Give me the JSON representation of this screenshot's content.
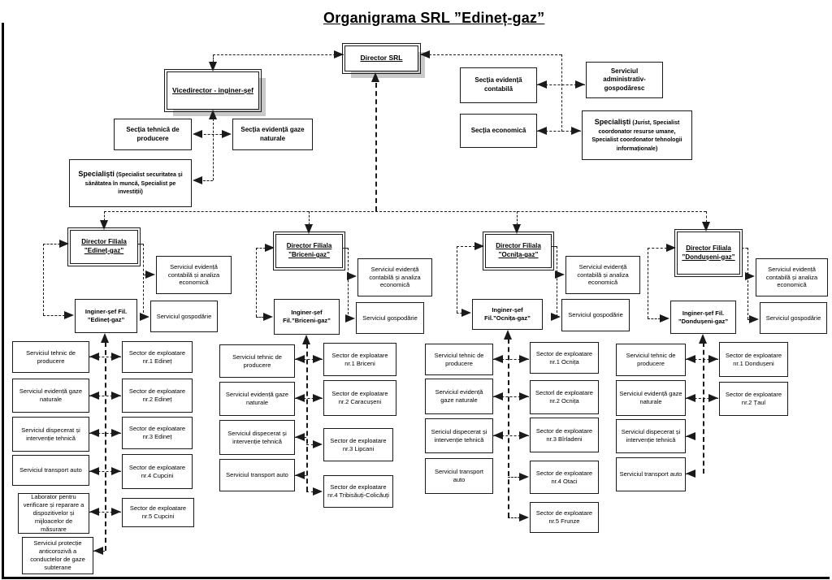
{
  "page": {
    "title": "Organigrama SRL ”Edineț-gaz”"
  },
  "colors": {
    "line": "#1a1a1a",
    "shadow": "#c9c9c9",
    "background": "#ffffff"
  },
  "top": {
    "director_srl": "Director SRL",
    "vicedirector": "Vicedirector - inginer-șef",
    "sectia_tehnica": "Secția tehnică de producere",
    "sectia_gaze": "Secția evidență gaze naturale",
    "specialisti_left": {
      "title": "Specialiști",
      "detail": "(Specialist securitatea și sănătatea în muncă, Specialist pe investiții)"
    },
    "sectia_contabila": "Secția evidență contabilă",
    "serviciul_admin": "Serviciul administrativ-gospodăresc",
    "sectia_economica": "Secția economică",
    "specialisti_right": {
      "title": "Specialiști",
      "detail": "(Jurist, Specialist coordonator resurse umane, Specialist coordonator tehnologii informaționale)"
    }
  },
  "branches": [
    {
      "name": "Edineț-gaz",
      "director": "Director Filiala ”Edineț-gaz”",
      "serv_evidenta": "Serviciul evidență contabilă și analiza economică",
      "inginer": "Inginer-șef Fil. ”Edineț-gaz”",
      "serv_gospodarie": "Serviciul gospodărie",
      "servicii": [
        "Serviciul tehnic de producere",
        "Serviciul evidență gaze naturale",
        "Serviciul dispecerat și intervenție tehnică",
        "Serviciul transport auto",
        "Laborator pentru verificare și reparare a dispozitivelor și mijloacelor de măsurare",
        "Serviciul protecție anticorozivă a conductelor de gaze subterane"
      ],
      "sectoare": [
        "Sector de exploatare nr.1 Edineț",
        "Sector de exploatare nr.2 Edineț",
        "Sector de exploatare nr.3 Edineț",
        "Sector de exploatare nr.4 Cupcini",
        "Sector de exploatare nr.5 Cupcini"
      ]
    },
    {
      "name": "Briceni-gaz",
      "director": "Director Filiala ”Briceni-gaz”",
      "serv_evidenta": "Serviciul evidență contabilă și analiza economică",
      "inginer": "Inginer-șef Fil.”Briceni-gaz”",
      "serv_gospodarie": "Serviciul gospodărie",
      "servicii": [
        "Serviciul tehnic de producere",
        "Serviciul evidență gaze naturale",
        "Serviciul dispecerat și intervenție tehnică",
        "Serviciul transport auto"
      ],
      "sectoare": [
        "Sector de exploatare nr.1 Briceni",
        "Sector de exploatare nr.2 Caracușeni",
        "Sector de exploatare nr.3 Lipcani",
        "Sector de exploatare nr.4 Tribisăuți-Colicăuți"
      ]
    },
    {
      "name": "Ocnița-gaz",
      "director": "Director Filiala ”Ocnița-gaz”",
      "serv_evidenta": "Serviciul evidență contabilă și analiza economică",
      "inginer": "Inginer-șef Fil.”Ocnița-gaz”",
      "serv_gospodarie": "Serviciul gospodărie",
      "servicii": [
        "Serviciul tehnic de producere",
        "Serviciul evidență gaze naturale",
        "Sericiul dispecerat și intervenție tehnică",
        "Serviciul transport auto"
      ],
      "sectoare": [
        "Sector de exploatare nr.1 Ocnița",
        "Sectorl de exploatare nr.2 Ocnița",
        "Sector de exploatare nr.3 Bîrladeni",
        "Sector de exploatare nr.4 Otaci",
        "Sector de exploatare nr.5 Frunze"
      ]
    },
    {
      "name": "Dondușeni-gaz",
      "director": "Director Filiala ”Dondușeni-gaz”",
      "serv_evidenta": "Serviciul evidență contabilă și analiza economică",
      "inginer": "Inginer-șef Fil. ”Dondușeni-gaz”",
      "serv_gospodarie": "Serviciul gospodărie",
      "servicii": [
        "Serviciul tehnic de producere",
        "Serviciul evidență gaze naturale",
        "Serviciul dispecerat și intervenție tehnică",
        "Serviciul transport auto"
      ],
      "sectoare": [
        "Sector de exploatare nr.1 Dondușeni",
        "Sector de exploatare nr.2 Țaul"
      ]
    }
  ]
}
